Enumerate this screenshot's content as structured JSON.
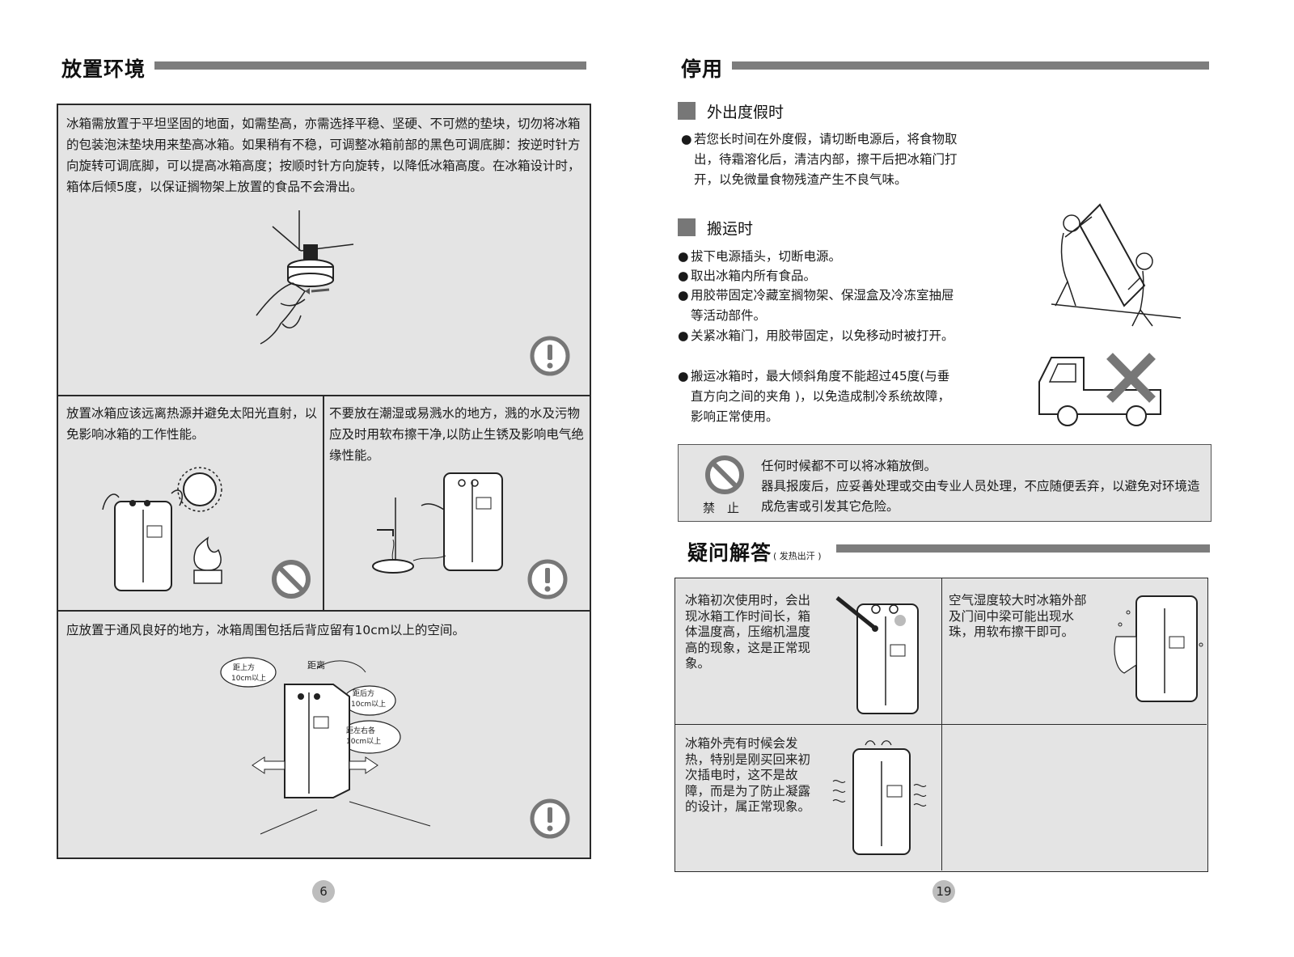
{
  "left": {
    "title": "放置环境",
    "panel_top_text": "冰箱需放置于平坦坚固的地面，如需垫高，亦需选择平稳、坚硬、不可燃的垫块，切勿将冰箱的包装泡沫垫块用来垫高冰箱。如果稍有不稳，可调整冰箱前部的黑色可调底脚：按逆时针方向旋转可调底脚，可以提高冰箱高度；按顺时针方向旋转，以降低冰箱高度。在冰箱设计时，箱体后倾5度，以保证搁物架上放置的食品不会滑出。",
    "panel_mid_left_text": "放置冰箱应该远离热源并避免太阳光直射，以免影响冰箱的工作性能。",
    "panel_mid_right_text": "不要放在潮湿或易溅水的地方，溅的水及污物应及时用软布擦干净,以防止生锈及影响电气绝缘性能。",
    "panel_bottom_text": "应放置于通风良好的地方，冰箱周围包括后背应留有10cm以上的空间。",
    "clearance_labels": {
      "top": "距上方",
      "top_val": "10cm以上",
      "distance": "距离",
      "back": "距后方",
      "back_val": "10cm以上",
      "side": "距左右各",
      "side_val": "10cm以上"
    },
    "page_number": "6"
  },
  "right": {
    "title": "停用",
    "vacation_heading": "外出度假时",
    "vacation_text": "若您长时间在外度假，请切断电源后，将食物取出，待霜溶化后，清洁内部，擦干后把冰箱门打开，以免微量食物残渣产生不良气味。",
    "moving_heading": "搬运时",
    "moving_items": [
      "拔下电源插头，切断电源。",
      "取出冰箱内所有食品。",
      "用胶带固定冷藏室搁物架、保湿盒及冷冻室抽屉等活动部件。",
      "关紧冰箱门，用胶带固定，以免移动时被打开。",
      "搬运冰箱时，最大倾斜角度不能超过45度(与垂直方向之间的夹角 )，以免造成制冷系统故障，影响正常使用。"
    ],
    "prohibit_label": "禁　止",
    "prohibit_line1": "任何时候都不可以将冰箱放倒。",
    "prohibit_line2": "器具报废后，应妥善处理或交由专业人员处理，不应随便丢弃，以避免对环境造成危害或引发其它危险。",
    "faq_title": "疑问解答",
    "faq_subtitle": "( 发热出汗 )",
    "faq_items": [
      "冰箱初次使用时，会出现冰箱工作时间长，箱体温度高，压缩机温度高的现象，这是正常现象。",
      "空气湿度较大时冰箱外部及门间中梁可能出现水珠，用软布擦干即可。",
      "冰箱外壳有时候会发热，特别是刚买回来初次插电时，这不是故障，而是为了防止凝露的设计，属正常现象。"
    ],
    "page_number": "19"
  },
  "colors": {
    "panel_bg": "#e4e4e4",
    "bar": "#7d7d7d",
    "icon": "#777777"
  }
}
